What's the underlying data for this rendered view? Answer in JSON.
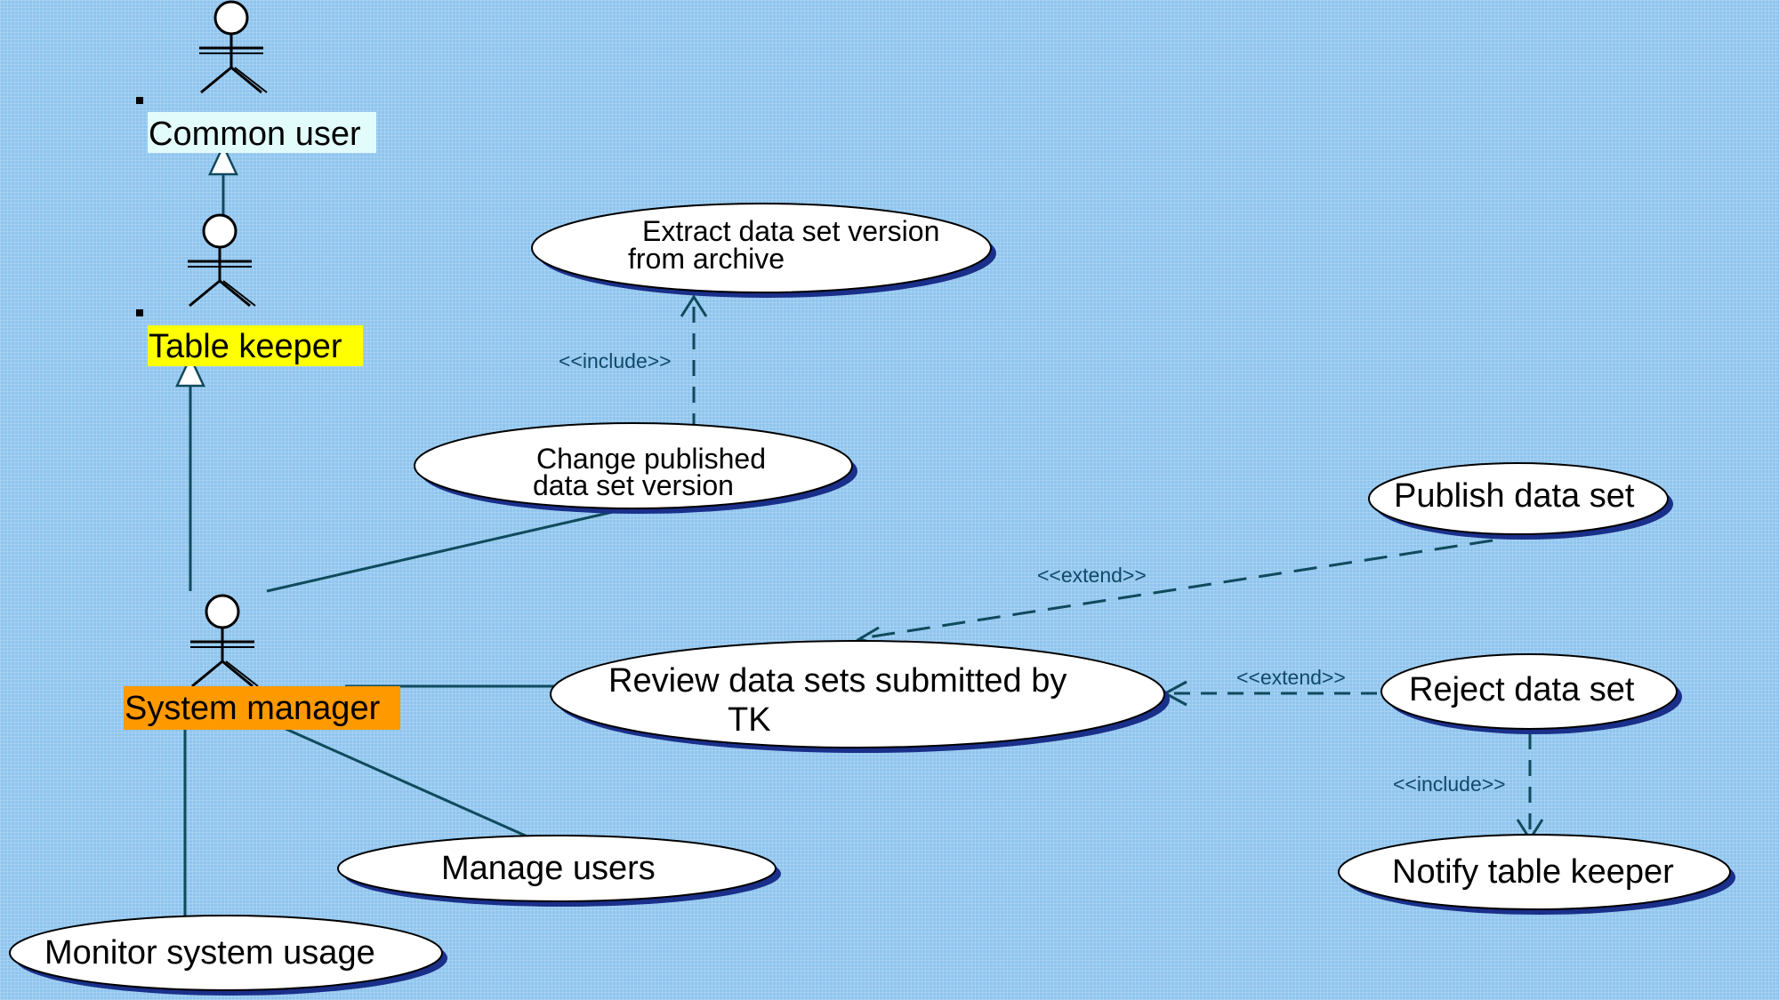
{
  "actors": {
    "common_user": {
      "label": "Common user",
      "highlight": "#e2fbfb"
    },
    "table_keeper": {
      "label": "Table keeper",
      "highlight": "#ffff00"
    },
    "system_manager": {
      "label": "System manager",
      "highlight": "#ff9900"
    }
  },
  "use_cases": {
    "extract": {
      "line1": "Extract data set version",
      "line2": "from archive"
    },
    "change": {
      "line1": "Change published",
      "line2": "data set version"
    },
    "publish": {
      "line1": "Publish data set"
    },
    "review": {
      "line1": "Review data sets submitted by",
      "line2": "TK"
    },
    "reject": {
      "line1": "Reject data set"
    },
    "manage": {
      "line1": "Manage users"
    },
    "notify": {
      "line1": "Notify table keeper"
    },
    "monitor": {
      "line1": "Monitor system usage"
    }
  },
  "relations": {
    "include_extract": "<<include>>",
    "extend_publish": "<<extend>>",
    "extend_reject": "<<extend>>",
    "include_notify": "<<include>>"
  },
  "colors": {
    "background": "#8fc5ee",
    "line": "#0f4a5c",
    "ellipse_fill": "#ffffff",
    "ellipse_shadow": "#1a2f8a"
  }
}
